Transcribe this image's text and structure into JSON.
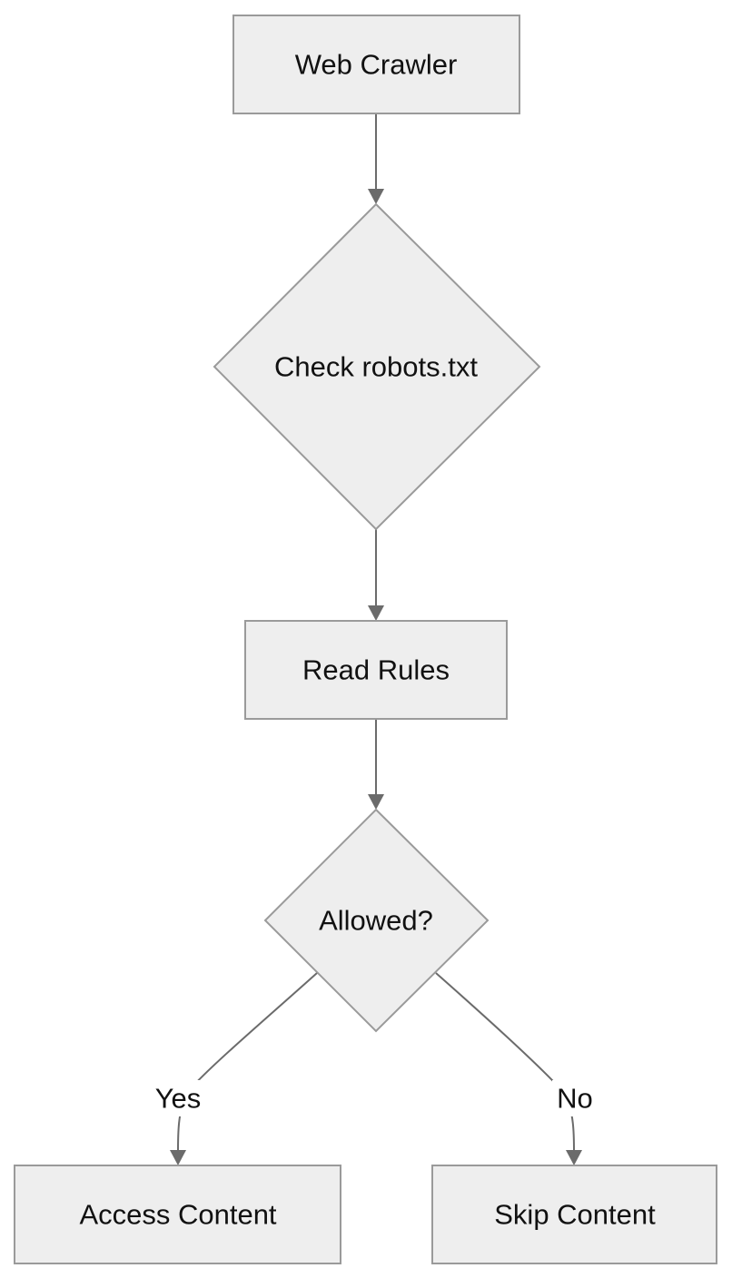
{
  "diagram": {
    "type": "flowchart",
    "colors": {
      "node_fill": "#eeeeee",
      "node_stroke": "#9a9a9a",
      "edge_stroke": "#6b6b6b",
      "text": "#111111",
      "background": "#ffffff"
    },
    "nodes": {
      "web_crawler": {
        "label": "Web Crawler",
        "shape": "rectangle"
      },
      "check_robots": {
        "label": "Check robots.txt",
        "shape": "diamond"
      },
      "read_rules": {
        "label": "Read Rules",
        "shape": "rectangle"
      },
      "allowed": {
        "label": "Allowed?",
        "shape": "diamond"
      },
      "access_content": {
        "label": "Access Content",
        "shape": "rectangle"
      },
      "skip_content": {
        "label": "Skip Content",
        "shape": "rectangle"
      }
    },
    "edges": {
      "crawler_to_check": {
        "from": "Web Crawler",
        "to": "Check robots.txt",
        "label": ""
      },
      "check_to_read": {
        "from": "Check robots.txt",
        "to": "Read Rules",
        "label": ""
      },
      "read_to_allowed": {
        "from": "Read Rules",
        "to": "Allowed?",
        "label": ""
      },
      "allowed_yes": {
        "from": "Allowed?",
        "to": "Access Content",
        "label": "Yes"
      },
      "allowed_no": {
        "from": "Allowed?",
        "to": "Skip Content",
        "label": "No"
      }
    }
  }
}
